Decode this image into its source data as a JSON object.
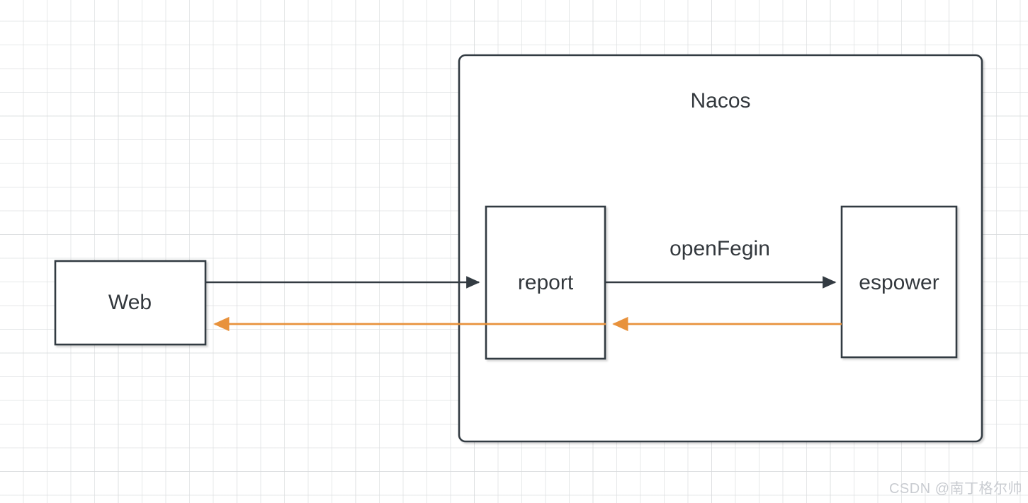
{
  "diagram": {
    "title_node": "Nacos",
    "nodes": [
      {
        "id": "web",
        "label": "Web"
      },
      {
        "id": "nacos",
        "label": "Nacos"
      },
      {
        "id": "report",
        "label": "report"
      },
      {
        "id": "espower",
        "label": "espower"
      }
    ],
    "edges": [
      {
        "id": "web-to-report",
        "label": "",
        "from": "Web",
        "to": "report",
        "color": "#333b42",
        "direction": "forward"
      },
      {
        "id": "report-to-espower",
        "label": "openFegin",
        "from": "report",
        "to": "espower",
        "color": "#333b42",
        "direction": "forward"
      },
      {
        "id": "espower-to-report",
        "label": "",
        "from": "espower",
        "to": "report",
        "color": "#e8923c",
        "direction": "backward"
      },
      {
        "id": "report-to-web",
        "label": "",
        "from": "report",
        "to": "Web",
        "color": "#e8923c",
        "direction": "backward"
      }
    ],
    "edge_labels": {
      "open_fegin": "openFegin"
    }
  },
  "colors": {
    "stroke_dark": "#333b42",
    "stroke_orange": "#e8923c",
    "node_fill": "#ffffff",
    "grid_line": "#dee0e2",
    "text": "#33383d",
    "watermark": "#c9ccd1"
  },
  "watermark": {
    "text": "CSDN @南丁格尔帅"
  }
}
